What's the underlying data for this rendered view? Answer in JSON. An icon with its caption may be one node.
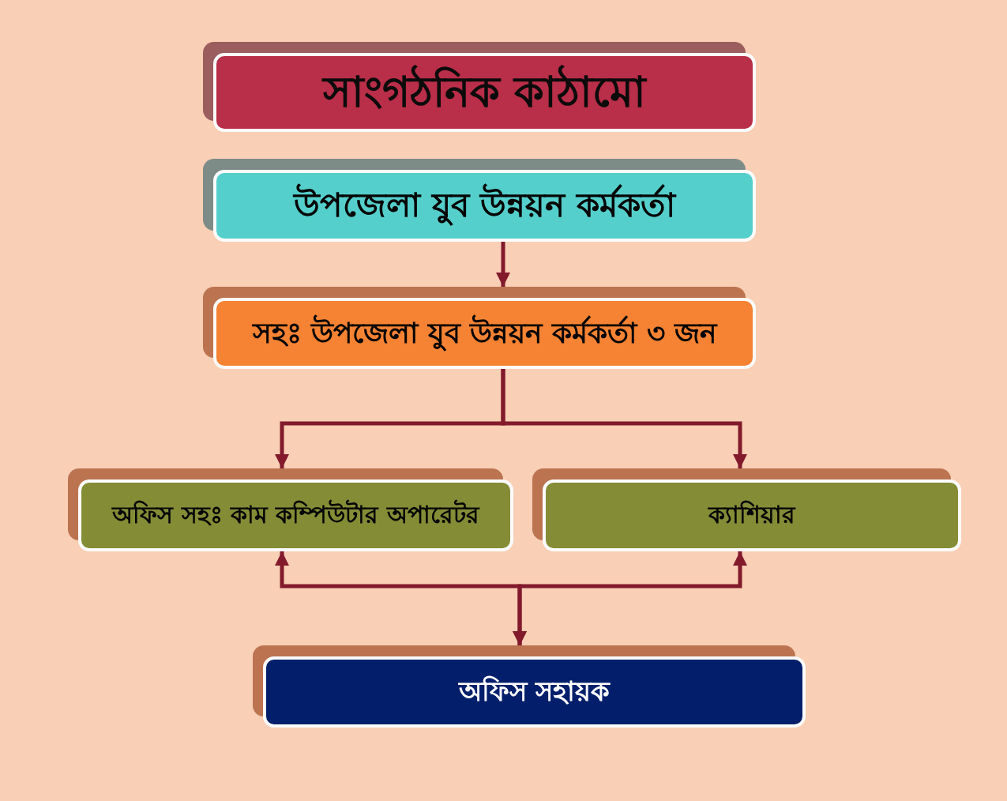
{
  "diagram": {
    "title": "সাংগঠনিক কাঠামো",
    "nodes": [
      {
        "text": [
          "উপজেলা যুব উন্নয়ন কর্মকর্তা"
        ]
      },
      {
        "text": [
          "সহঃ উপজেলা যুব উন্নয়ন কর্মকর্তা ৩ জন"
        ]
      },
      {
        "text": [
          "অফিস সহঃ কাম কম্পিউটার অপারেটর"
        ]
      },
      {
        "text": [
          "ক্যাশিয়ার"
        ]
      },
      {
        "text": [
          "অফিস সহায়ক"
        ]
      }
    ],
    "edges": [
      {
        "from": 0,
        "to": 1,
        "arrow": "to"
      },
      {
        "from": 1,
        "to": 2,
        "arrow": "to"
      },
      {
        "from": 1,
        "to": 3,
        "arrow": "to"
      },
      {
        "from": 2,
        "to": 4,
        "arrow": "both"
      },
      {
        "from": 3,
        "to": 4,
        "arrow": "both"
      }
    ]
  }
}
